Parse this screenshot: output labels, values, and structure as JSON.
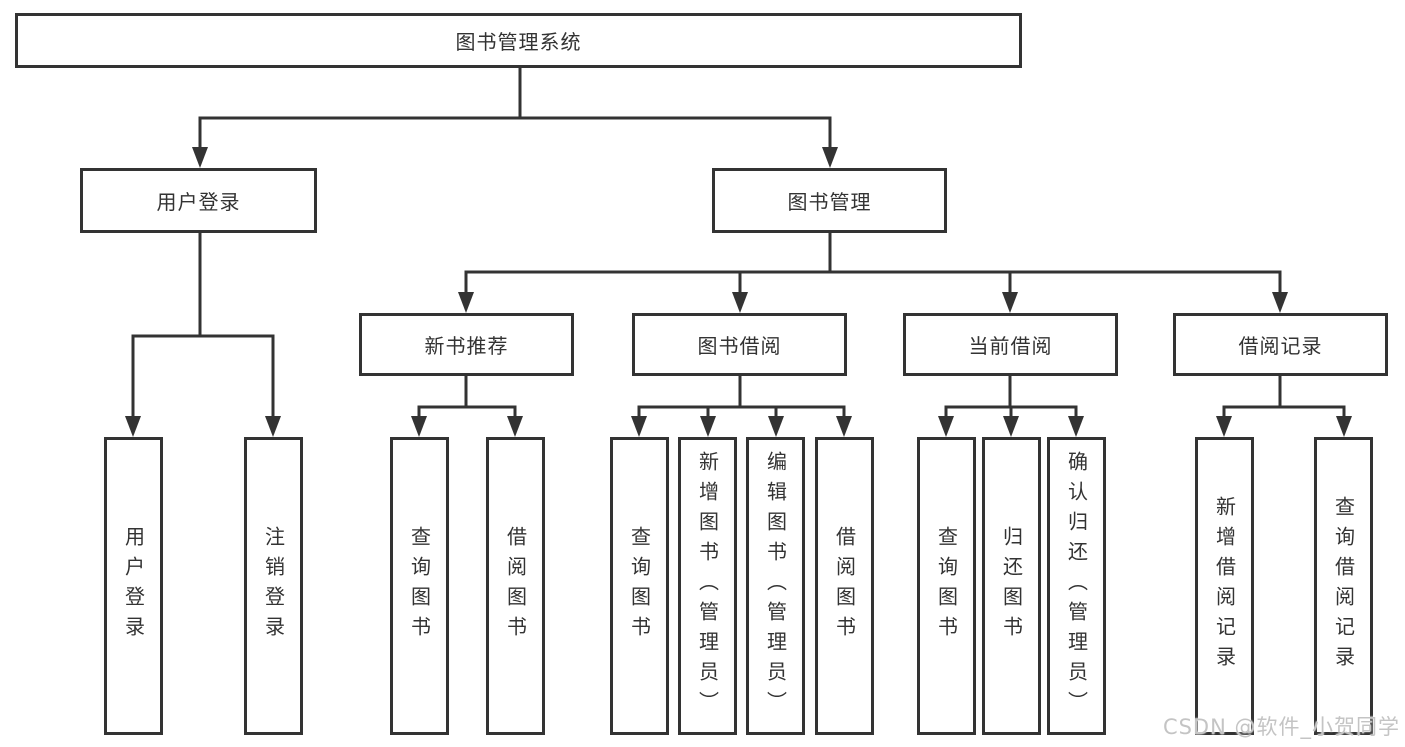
{
  "diagram": {
    "root": {
      "label": "图书管理系统"
    },
    "level2": [
      {
        "label": "用户登录"
      },
      {
        "label": "图书管理"
      }
    ],
    "level3": [
      {
        "label": "新书推荐"
      },
      {
        "label": "图书借阅"
      },
      {
        "label": "当前借阅"
      },
      {
        "label": "借阅记录"
      }
    ],
    "leaves": {
      "user_login": [
        "用户登录",
        "注销登录"
      ],
      "new_books": [
        "查询图书",
        "借阅图书"
      ],
      "book_borrow": [
        "查询图书",
        "新增图书（管理员）",
        "编辑图书（管理员）",
        "借阅图书"
      ],
      "current_borrow": [
        "查询图书",
        "归还图书",
        "确认归还（管理员）"
      ],
      "borrow_records": [
        "新增借阅记录",
        "查询借阅记录"
      ]
    }
  },
  "watermark": {
    "text": "CSDN @软件_小贺同学"
  },
  "colors": {
    "line": "#333333",
    "box_background": "#ffffff",
    "page_background": "#ffffff",
    "watermark": "#c4c4c4"
  }
}
